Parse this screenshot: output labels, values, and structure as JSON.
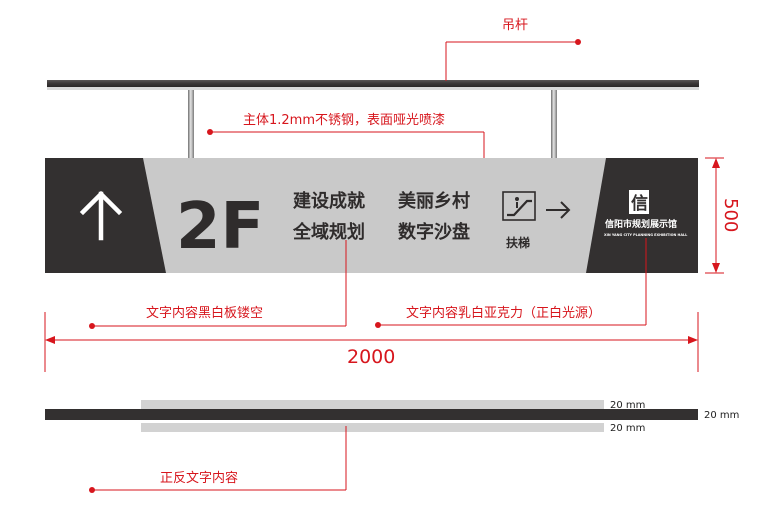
{
  "annotations": {
    "rod": "吊杆",
    "body_material": "主体1.2mm不锈钢，表面哑光喷漆",
    "text_hollow": "文字内容黑白板镂空",
    "text_acrylic": "文字内容乳白亚克力（正白光源）",
    "double_sided": "正反文字内容"
  },
  "dimensions": {
    "width": "2000",
    "height": "500",
    "thickness_top": "20 mm",
    "thickness_mid": "20 mm",
    "thickness_bottom": "20 mm"
  },
  "sign": {
    "floor": "2F",
    "items": [
      "建设成就",
      "美丽乡村",
      "全域规划",
      "数字沙盘"
    ],
    "escalator_label": "扶梯",
    "logo_glyph": "信",
    "logo_name": "信阳市规划展示馆",
    "logo_subtitle": "XIN YANG CITY PLANNING EXHIBITION HALL",
    "icons": [
      "arrow-up-icon",
      "escalator-icon",
      "arrow-right-icon"
    ]
  },
  "colors": {
    "panel_dark": "#333030",
    "panel_light": "#c9c9c9",
    "annotation_red": "#d7161d",
    "rod_steel": "#9a9a9a"
  }
}
